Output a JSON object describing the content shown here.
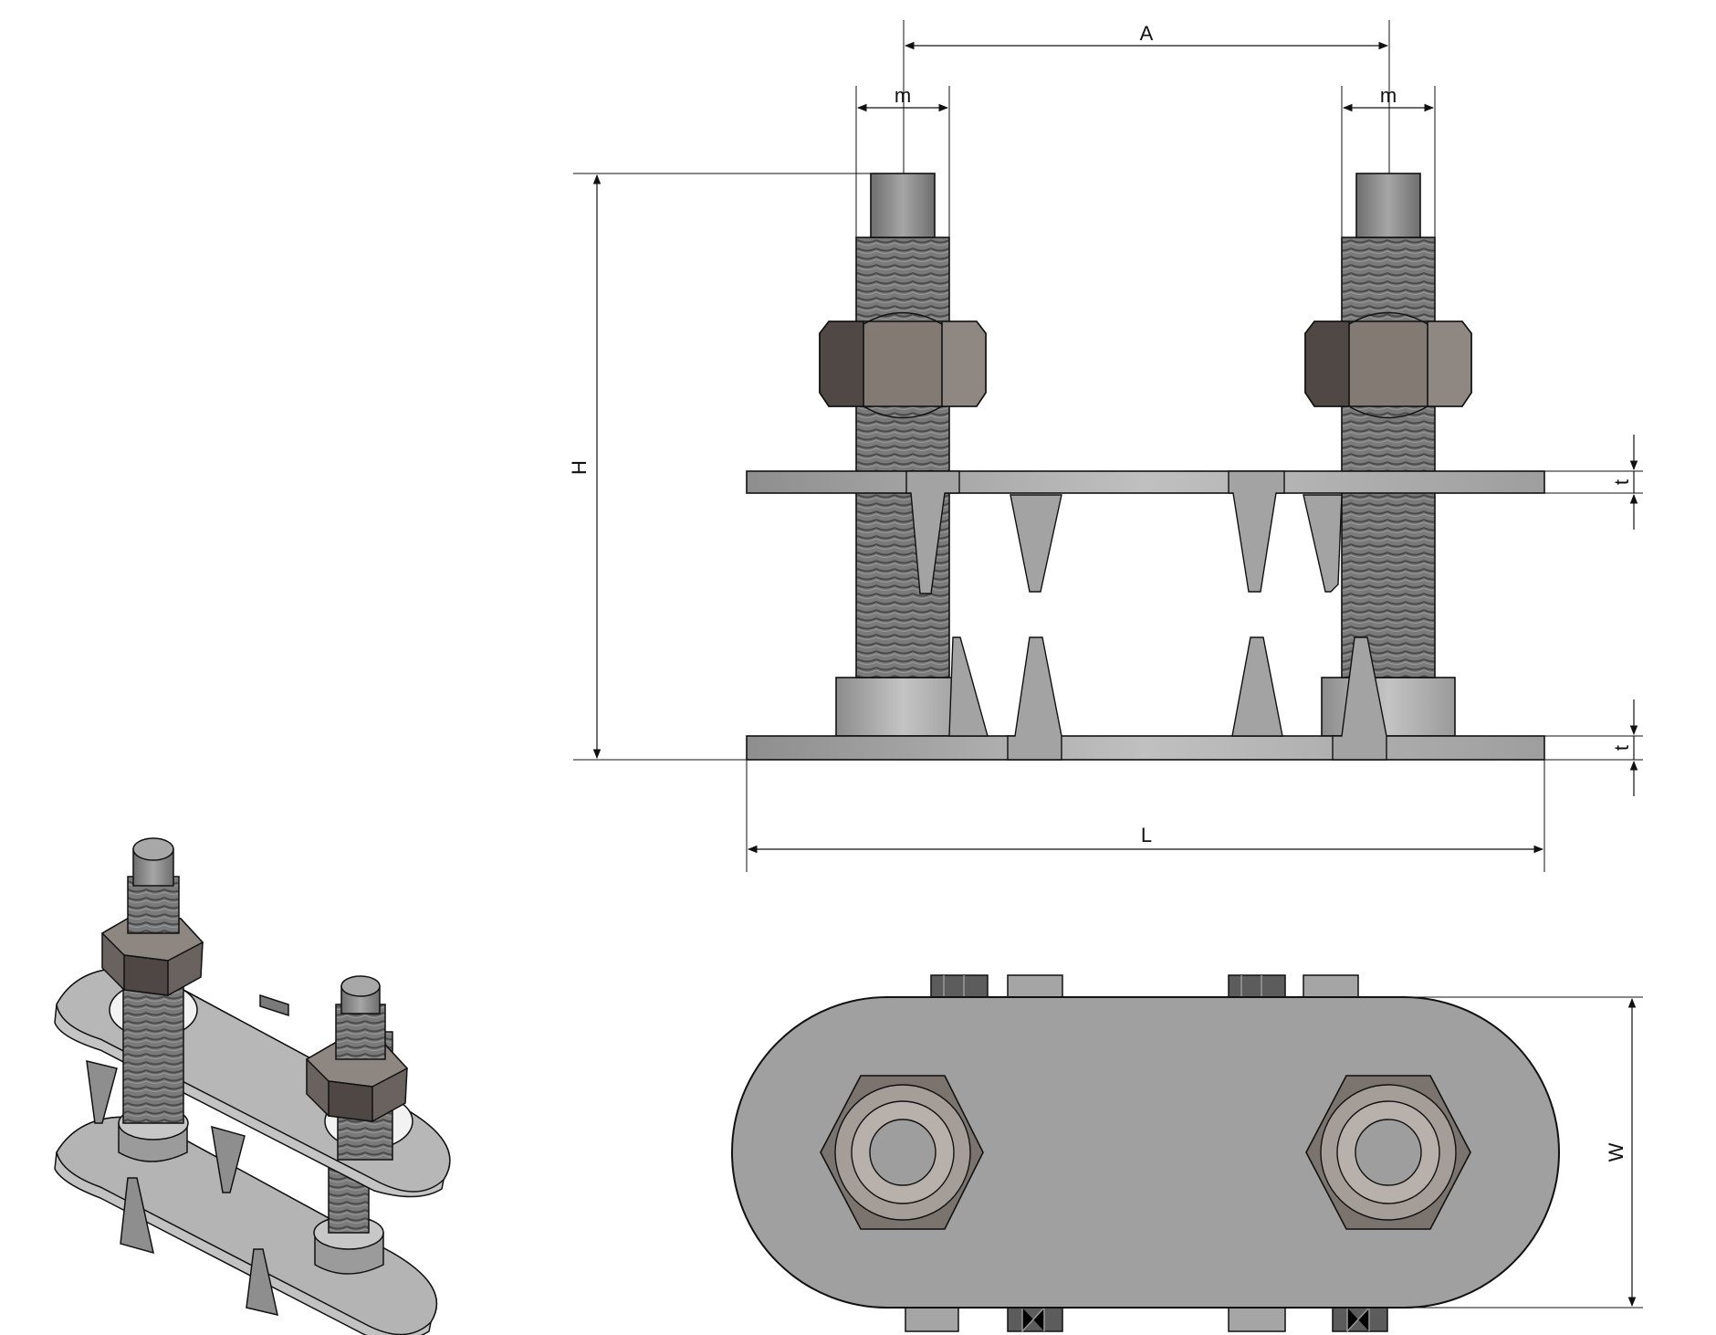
{
  "drawing": {
    "title": "",
    "views": [
      "front-elevation",
      "top-view",
      "isometric-view"
    ],
    "dimension_labels": {
      "A": "A",
      "m_left": "m",
      "m_right": "m",
      "H": "H",
      "t_top": "t",
      "t_bottom": "t",
      "L": "L",
      "W": "W"
    },
    "colors": {
      "plate": "#a9a9a9",
      "bolt": "#7f7f7f",
      "nut": "#6d6560",
      "line": "#111111"
    }
  }
}
